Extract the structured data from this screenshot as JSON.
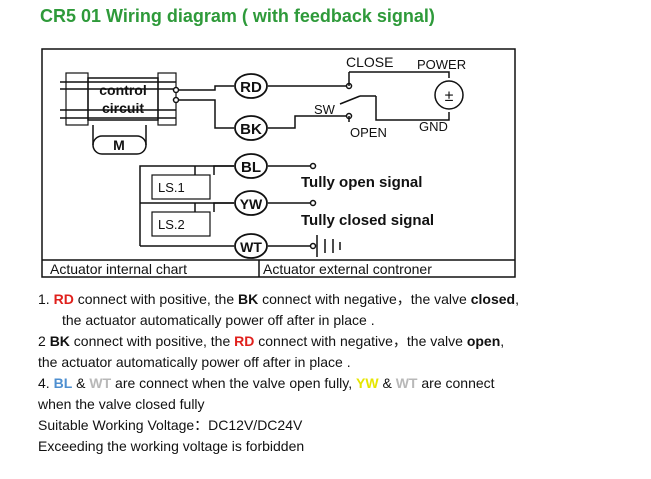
{
  "title": "CR5 01 Wiring diagram ( with feedback signal)",
  "diagram": {
    "control_circuit": [
      "control",
      "circuit"
    ],
    "motor": "M",
    "terminals": [
      "RD",
      "BK",
      "BL",
      "YW",
      "WT"
    ],
    "limit_switches": [
      "LS.1",
      "LS.2"
    ],
    "switch": "SW",
    "close": "CLOSE",
    "open": "OPEN",
    "power": "POWER",
    "power_symbol": "±",
    "gnd": "GND",
    "open_signal": "Tully open signal",
    "closed_signal": "Tully closed signal",
    "internal_chart": "Actuator internal chart",
    "external_controller": "Actuator external controner"
  },
  "notes": {
    "n1_num": "1.",
    "n1_rd": "RD",
    "n1_a": " connect with positive, the ",
    "n1_bk": "BK",
    "n1_b": " connect with negative，the valve ",
    "n1_closed": "closed",
    "n1_c": ",",
    "n1_line2": "the actuator automatically power off after in place .",
    "n2_num": "2",
    "n2_bk": "BK",
    "n2_a": " connect with positive, the ",
    "n2_rd": "RD",
    "n2_b": " connect with negative，the valve ",
    "n2_open": "open",
    "n2_c": ",",
    "n2_line2": "the actuator automatically power off after in place .",
    "n4_num": "4.",
    "n4_bl": "BL",
    "n4_amp1": " & ",
    "n4_wt1": "WT",
    "n4_a": " are connect when the valve open fully, ",
    "n4_yw": "YW",
    "n4_amp2": " & ",
    "n4_wt2": "WT",
    "n4_b": " are connect",
    "n4_line2": "when the valve closed fully",
    "voltage": "Suitable Working Voltage：DC12V/DC24V",
    "warning": "Exceeding the working voltage is forbidden"
  }
}
